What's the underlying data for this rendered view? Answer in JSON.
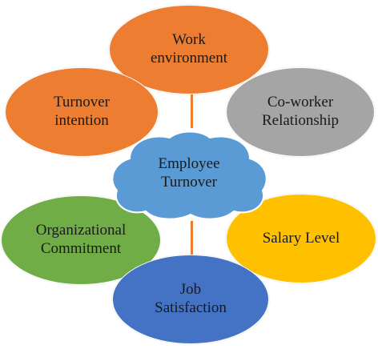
{
  "diagram": {
    "center": {
      "label_lines": [
        "Employee",
        "Turnover"
      ],
      "color": "#5b9bd5"
    },
    "nodes": [
      {
        "id": "work-environment",
        "label_lines": [
          "Work",
          "environment"
        ],
        "color": "#ed7d31"
      },
      {
        "id": "turnover-intention",
        "label_lines": [
          "Turnover",
          "intention"
        ],
        "color": "#ed7d31"
      },
      {
        "id": "coworker-relationship",
        "label_lines": [
          "Co-worker",
          "Relationship"
        ],
        "color": "#a5a5a5"
      },
      {
        "id": "salary-level",
        "label_lines": [
          "Salary Level"
        ],
        "color": "#ffc000"
      },
      {
        "id": "organizational-commitment",
        "label_lines": [
          "Organizational",
          "Commitment"
        ],
        "color": "#70ad47"
      },
      {
        "id": "job-satisfaction",
        "label_lines": [
          "Job",
          "Satisfaction"
        ],
        "color": "#4472c4"
      }
    ],
    "connector_color": "#ed7d31"
  }
}
